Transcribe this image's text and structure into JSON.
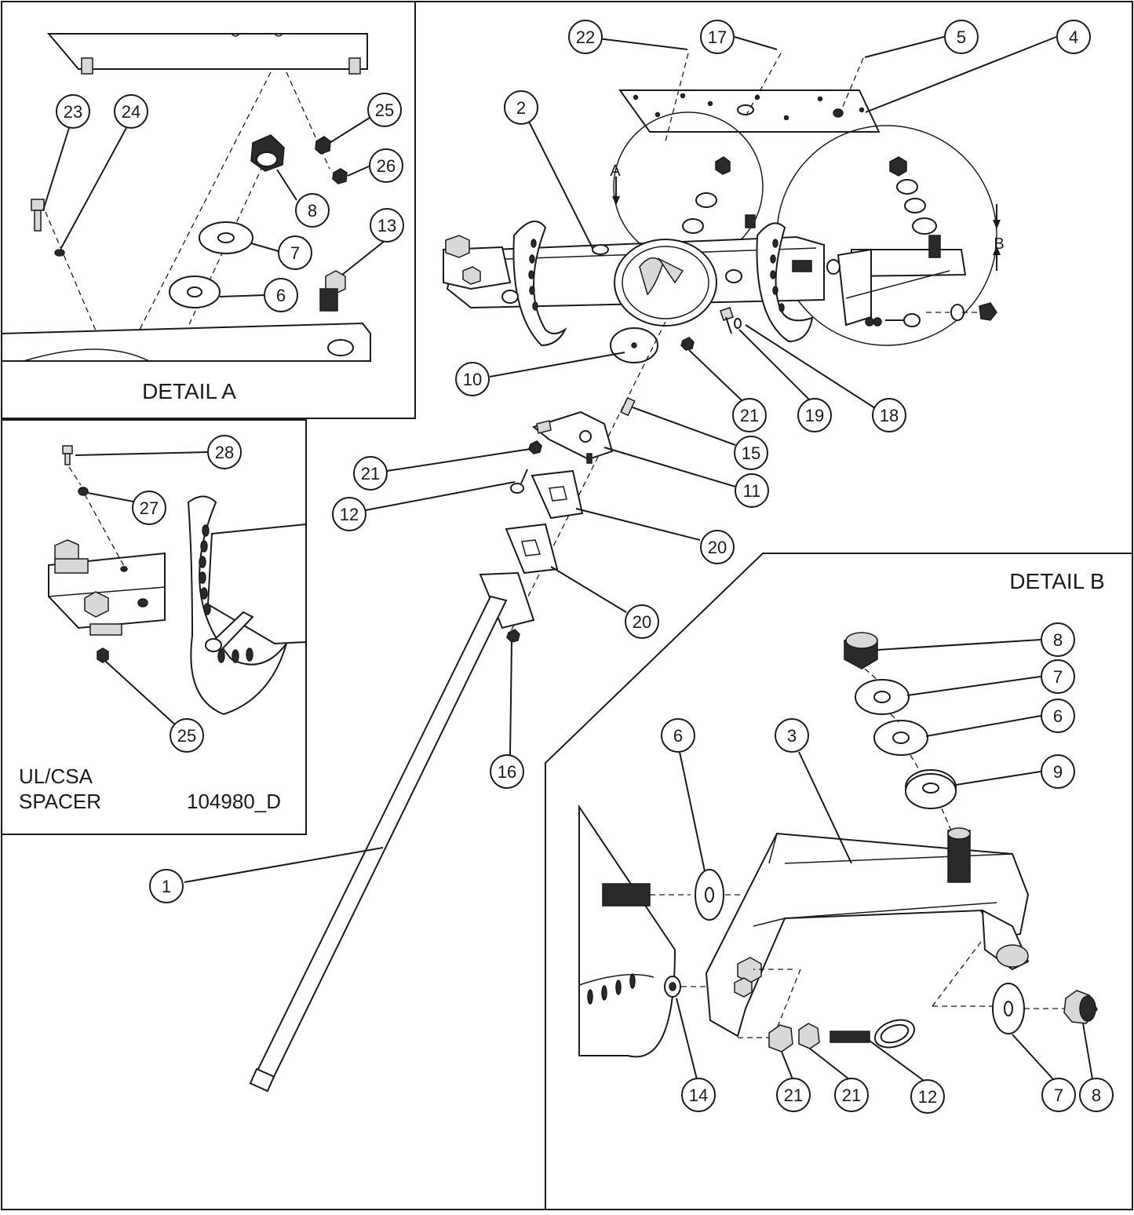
{
  "drawing": {
    "detail_a_title": "DETAIL A",
    "detail_b_title": "DETAIL B",
    "spacer_note_line1": "UL/CSA",
    "spacer_note_line2": "SPACER",
    "drawing_number": "104980_D",
    "view_marker_a": "A",
    "view_marker_b": "B"
  },
  "callouts": {
    "main": [
      "22",
      "17",
      "5",
      "4",
      "2",
      "10",
      "21",
      "19",
      "18",
      "15",
      "11",
      "21",
      "12",
      "20",
      "20",
      "16",
      "1"
    ],
    "detail_a": [
      "23",
      "24",
      "25",
      "26",
      "8",
      "7",
      "6",
      "13"
    ],
    "spacer": [
      "28",
      "27",
      "25"
    ],
    "detail_b": [
      "8",
      "7",
      "6",
      "9",
      "6",
      "3",
      "14",
      "21",
      "21",
      "12",
      "7",
      "8"
    ]
  }
}
